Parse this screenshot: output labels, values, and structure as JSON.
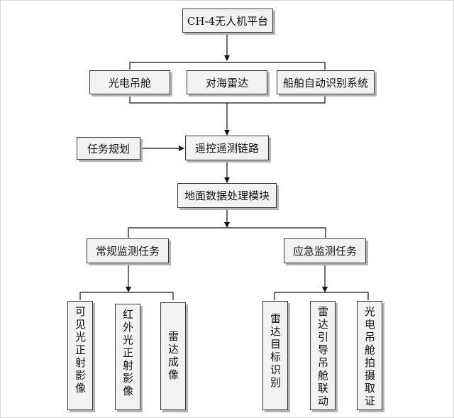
{
  "nodes": {
    "platform": "CH-4无人机平台",
    "pod": "光电吊舱",
    "radar": "对海雷达",
    "ais": "船舶自动识别系统",
    "planning": "任务规划",
    "link": "遥控遥测链路",
    "ground": "地面数据处理模块",
    "routine": "常规监测任务",
    "emergency": "应急监测任务",
    "visible": "可见光正射影像",
    "infrared": "红外光正射影像",
    "radarimg": "雷达成像",
    "radartarget": "雷达目标识别",
    "radarguide": "雷达引导吊舱联动",
    "podcapture": "光电吊舱拍摄取证"
  }
}
